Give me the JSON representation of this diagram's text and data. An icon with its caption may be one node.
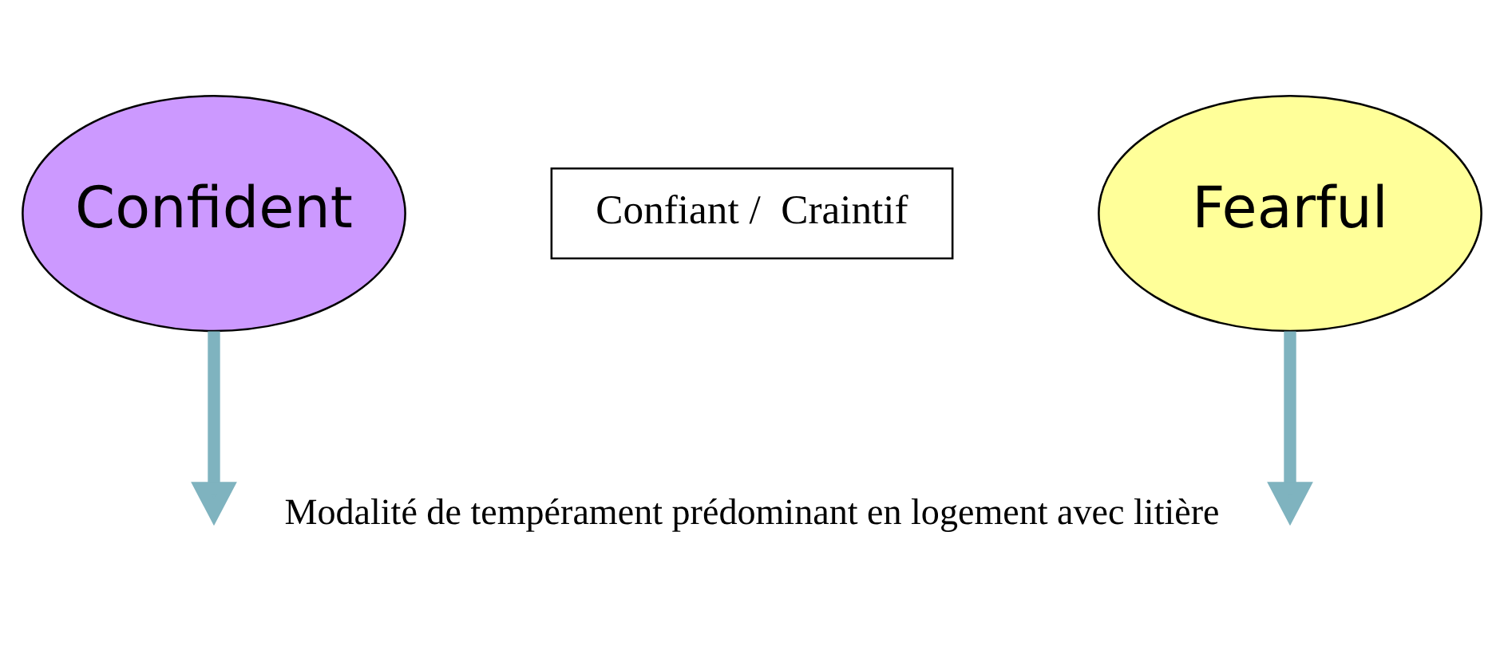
{
  "diagram": {
    "nodes": [
      {
        "text": [
          "Confident"
        ]
      },
      {
        "text": [
          "Confiant /  Craintif"
        ]
      },
      {
        "text": [
          "Fearful"
        ]
      }
    ],
    "edges": [
      {
        "from": 0,
        "to": null,
        "arrow": "to"
      },
      {
        "from": 2,
        "to": null,
        "arrow": "to"
      }
    ],
    "labels": [
      "Modalité de tempérament prédominant en logement avec litière"
    ]
  }
}
